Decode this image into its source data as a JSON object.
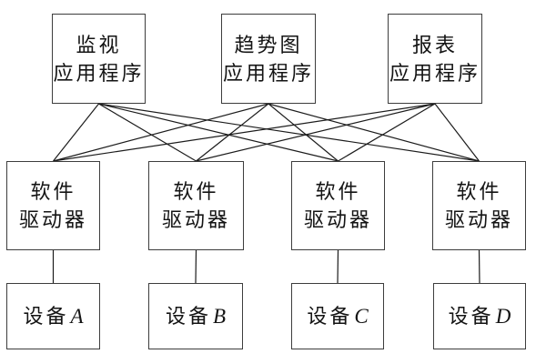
{
  "diagram": {
    "apps": [
      {
        "id": "app-monitor",
        "line1": "监视",
        "line2": "应用程序"
      },
      {
        "id": "app-trend",
        "line1": "趋势图",
        "line2": "应用程序"
      },
      {
        "id": "app-report",
        "line1": "报表",
        "line2": "应用程序"
      }
    ],
    "drivers": [
      {
        "id": "driver-1",
        "line1": "软件",
        "line2": "驱动器"
      },
      {
        "id": "driver-2",
        "line1": "软件",
        "line2": "驱动器"
      },
      {
        "id": "driver-3",
        "line1": "软件",
        "line2": "驱动器"
      },
      {
        "id": "driver-4",
        "line1": "软件",
        "line2": "驱动器"
      }
    ],
    "devices": [
      {
        "id": "device-a",
        "label": "设备",
        "letter": "A"
      },
      {
        "id": "device-b",
        "label": "设备",
        "letter": "B"
      },
      {
        "id": "device-c",
        "label": "设备",
        "letter": "C"
      },
      {
        "id": "device-d",
        "label": "设备",
        "letter": "D"
      }
    ],
    "edges": [
      [
        "app-monitor",
        "driver-1"
      ],
      [
        "app-monitor",
        "driver-2"
      ],
      [
        "app-monitor",
        "driver-3"
      ],
      [
        "app-monitor",
        "driver-4"
      ],
      [
        "app-trend",
        "driver-1"
      ],
      [
        "app-trend",
        "driver-2"
      ],
      [
        "app-trend",
        "driver-3"
      ],
      [
        "app-trend",
        "driver-4"
      ],
      [
        "app-report",
        "driver-1"
      ],
      [
        "app-report",
        "driver-2"
      ],
      [
        "app-report",
        "driver-3"
      ],
      [
        "app-report",
        "driver-4"
      ],
      [
        "driver-1",
        "device-a"
      ],
      [
        "driver-2",
        "device-b"
      ],
      [
        "driver-3",
        "device-c"
      ],
      [
        "driver-4",
        "device-d"
      ]
    ],
    "colors": {
      "line": "#1c1c1c",
      "border": "#3d3d3d",
      "background": "#ffffff",
      "text": "#141414"
    }
  }
}
